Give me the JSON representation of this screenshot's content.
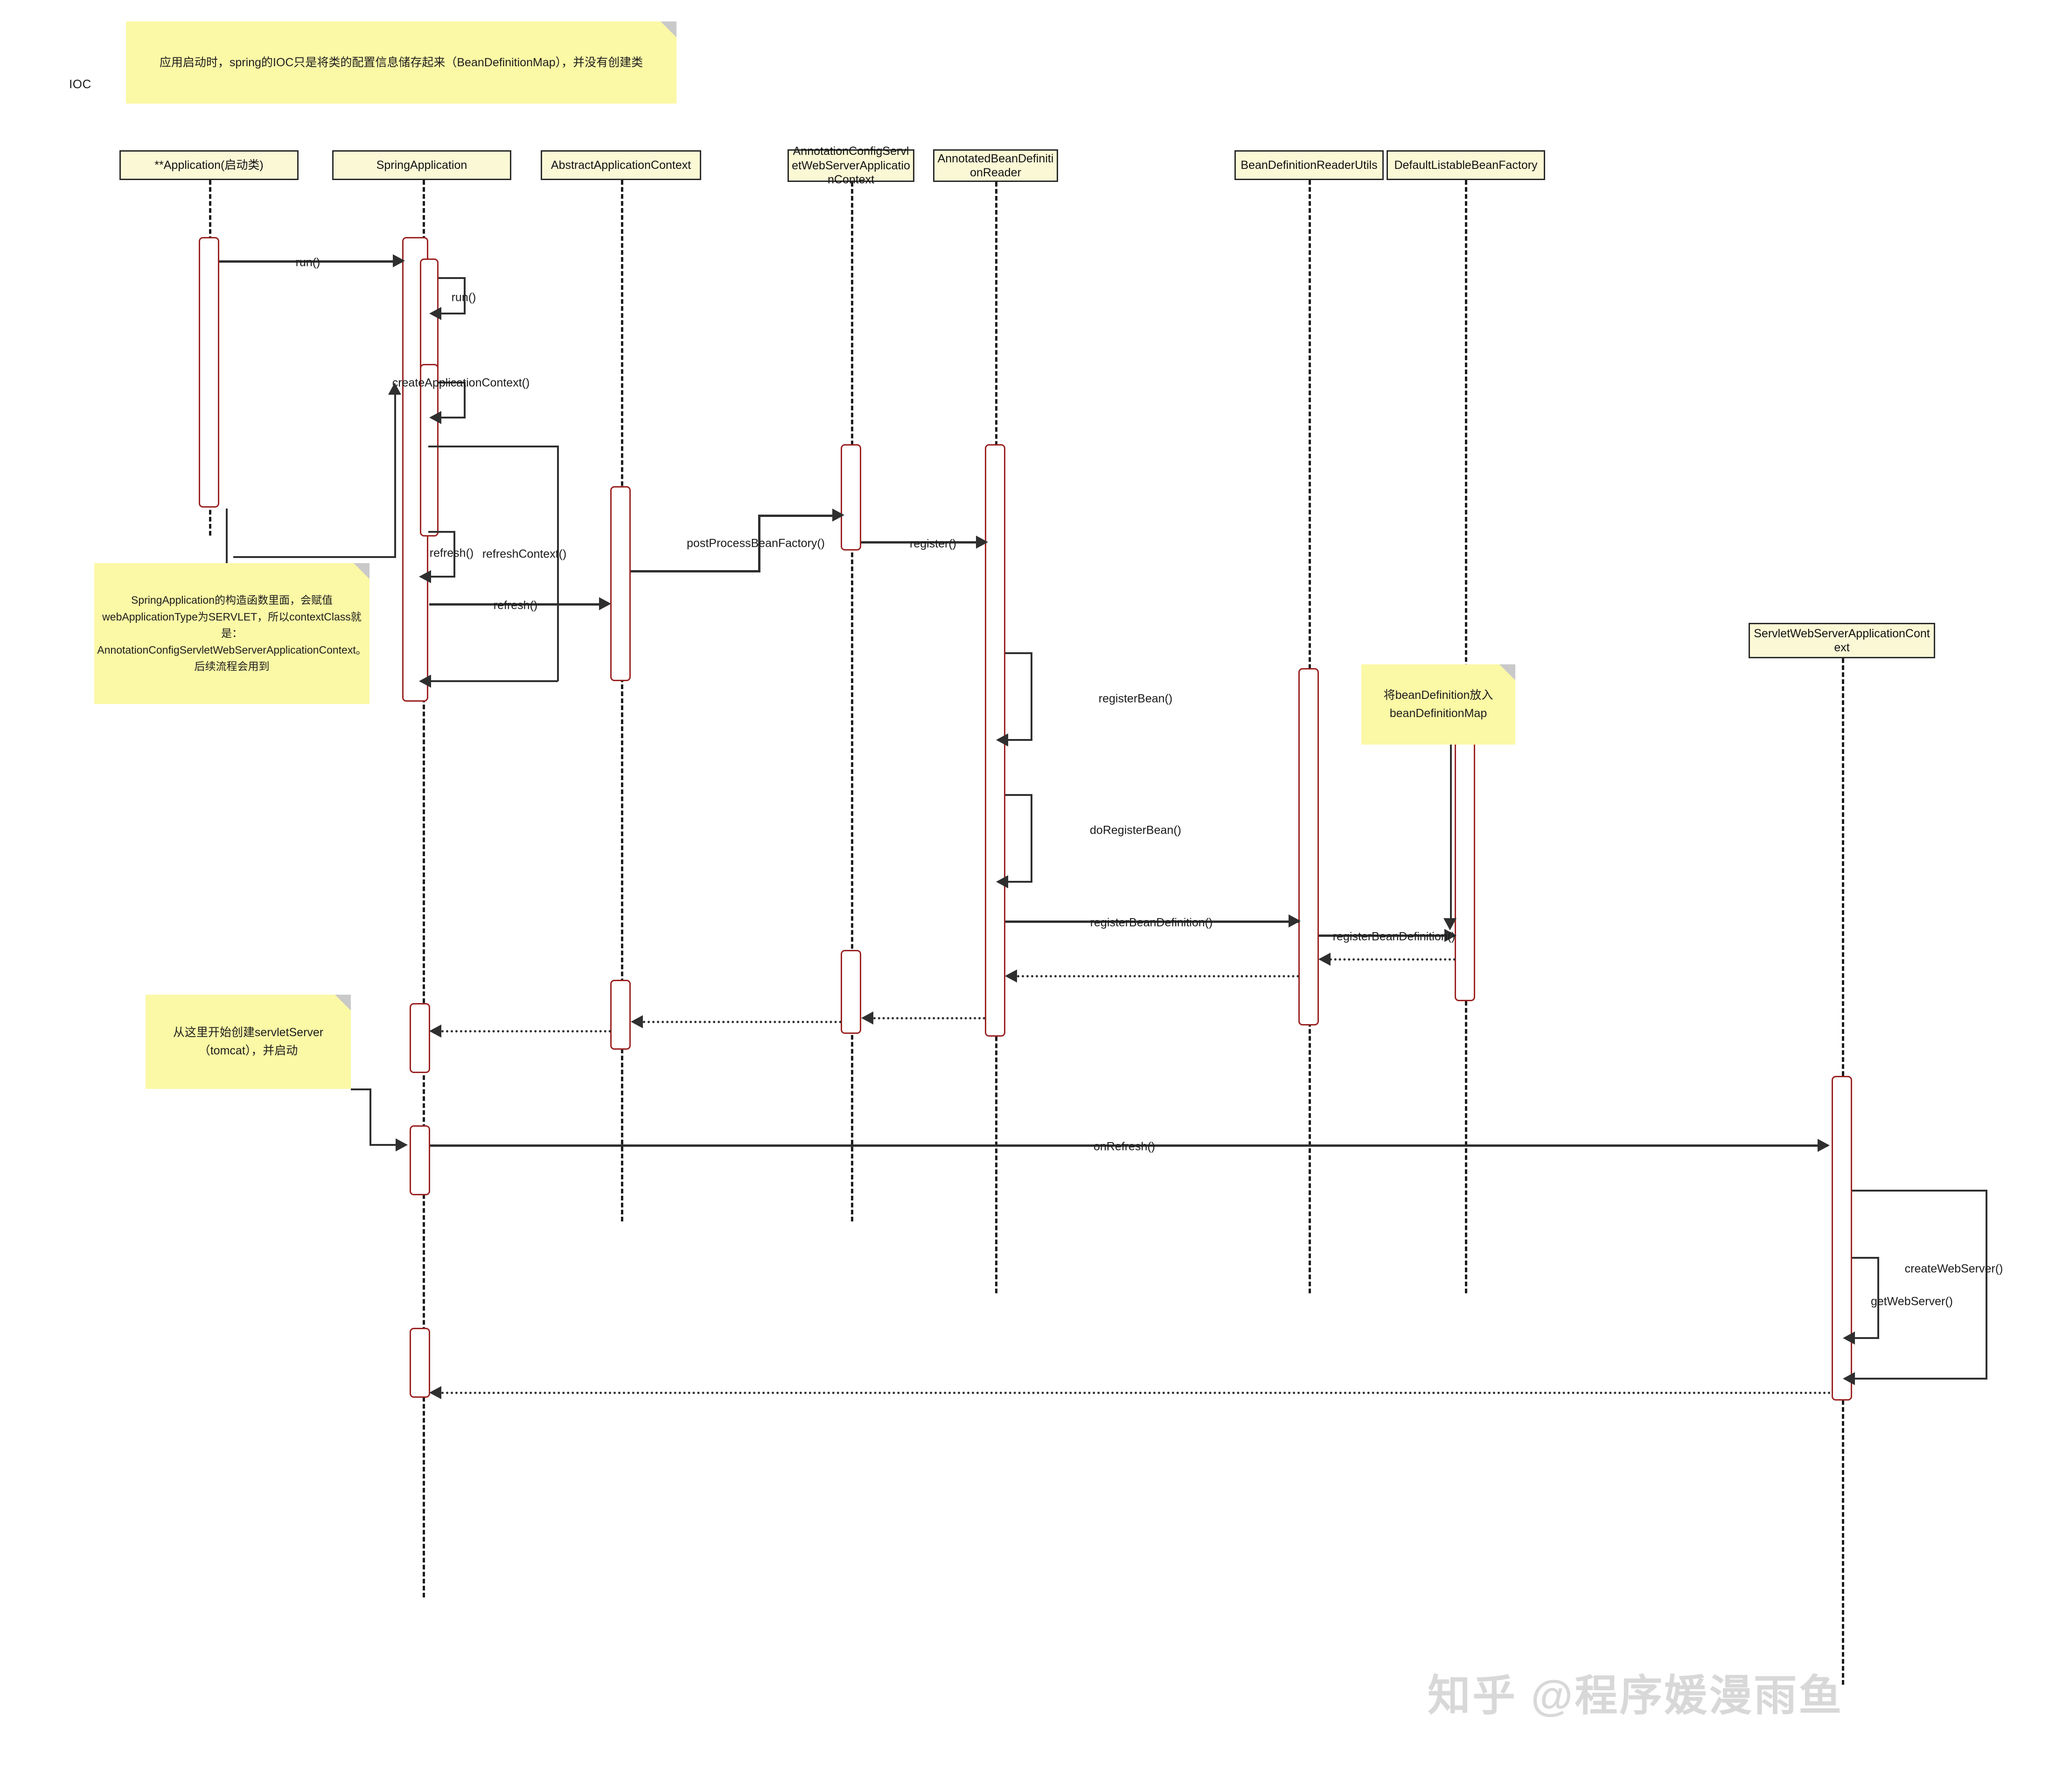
{
  "diagram": {
    "frame_label": "IOC",
    "watermark": "知乎 @程序媛漫雨鱼"
  },
  "participants": [
    {
      "id": "app",
      "label": "**Application(启动类)"
    },
    {
      "id": "springapp",
      "label": "SpringApplication"
    },
    {
      "id": "absctx",
      "label": "AbstractApplicationContext"
    },
    {
      "id": "annctx",
      "label": "AnnotationConfigServletWebServerApplicationContext"
    },
    {
      "id": "abdreader",
      "label": "AnnotatedBeanDefinitionReader"
    },
    {
      "id": "bdrutils",
      "label": "BeanDefinitionReaderUtils"
    },
    {
      "id": "dlbf",
      "label": "DefaultListableBeanFactory"
    },
    {
      "id": "swsctx",
      "label": "ServletWebServerApplicationContext"
    }
  ],
  "notes": [
    {
      "id": "note-ioc",
      "text": "应用启动时，spring的IOC只是将类的配置信息储存起来（BeanDefinitionMap），并没有创建类"
    },
    {
      "id": "note-springapp-ctor",
      "text": "SpringApplication的构造函数里面，会赋值webApplicationType为SERVLET，所以contextClass就是：AnnotationConfigServletWebServerApplicationContext。后续流程会用到"
    },
    {
      "id": "note-beandefinition",
      "text": "将beanDefinition放入beanDefinitionMap"
    },
    {
      "id": "note-servletserver",
      "text": "从这里开始创建servletServer（tomcat），并启动"
    }
  ],
  "messages": [
    {
      "id": "m1",
      "label": "run()"
    },
    {
      "id": "m2",
      "label": "run()"
    },
    {
      "id": "m3",
      "label": "createApplicationContext()"
    },
    {
      "id": "m4",
      "label": "refresh()"
    },
    {
      "id": "m5",
      "label": "refreshContext()"
    },
    {
      "id": "m6",
      "label": "refresh()"
    },
    {
      "id": "m7",
      "label": "postProcessBeanFactory()"
    },
    {
      "id": "m8",
      "label": "register()"
    },
    {
      "id": "m9",
      "label": "registerBean()"
    },
    {
      "id": "m10",
      "label": "doRegisterBean()"
    },
    {
      "id": "m11",
      "label": "registerBeanDefinition()"
    },
    {
      "id": "m12",
      "label": "registerBeanDefinition()"
    },
    {
      "id": "m13",
      "label": "onRefresh()"
    },
    {
      "id": "m14",
      "label": "createWebServer()"
    },
    {
      "id": "m15",
      "label": "getWebServer()"
    }
  ],
  "colors": {
    "participant_fill": "#fbf8d6",
    "participant_border": "#2b2b2b",
    "note_fill": "#fbf8a6",
    "activation_border": "#9b2222",
    "line": "#2f2f2f",
    "watermark": "#d8d8d8"
  }
}
